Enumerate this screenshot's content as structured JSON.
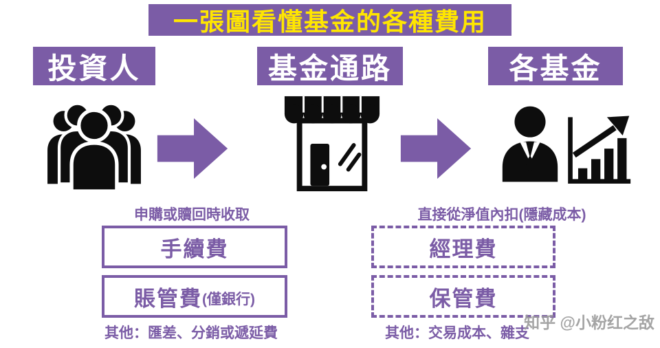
{
  "banner": {
    "title": "一張圖看懂基金的各種費用"
  },
  "columns": {
    "investor": "投資人",
    "channel": "基金通路",
    "funds": "各基金"
  },
  "icons": {
    "investor": "people-group-icon",
    "channel": "storefront-icon",
    "funds_person": "businessman-icon",
    "funds_growth": "bar-chart-growth-icon",
    "flow": "arrow-right-icon"
  },
  "left": {
    "caption": "申購或贖回時收取",
    "box1": "手續費",
    "box2_main": "賬管費",
    "box2_small": "(僅銀行)",
    "footnote": "其他：匯差、分銷或遞延費"
  },
  "right": {
    "caption": "直接從淨值內扣(隱藏成本)",
    "box1": "經理費",
    "box2": "保管費",
    "footnote": "其他：交易成本、雜支"
  },
  "watermark": "知乎 @小粉红之敌",
  "colors": {
    "purple": "#7B5CA6",
    "yellow": "#FFE600",
    "icon_black": "#0D0D0D",
    "watermark_gray": "#9B9B9B"
  }
}
